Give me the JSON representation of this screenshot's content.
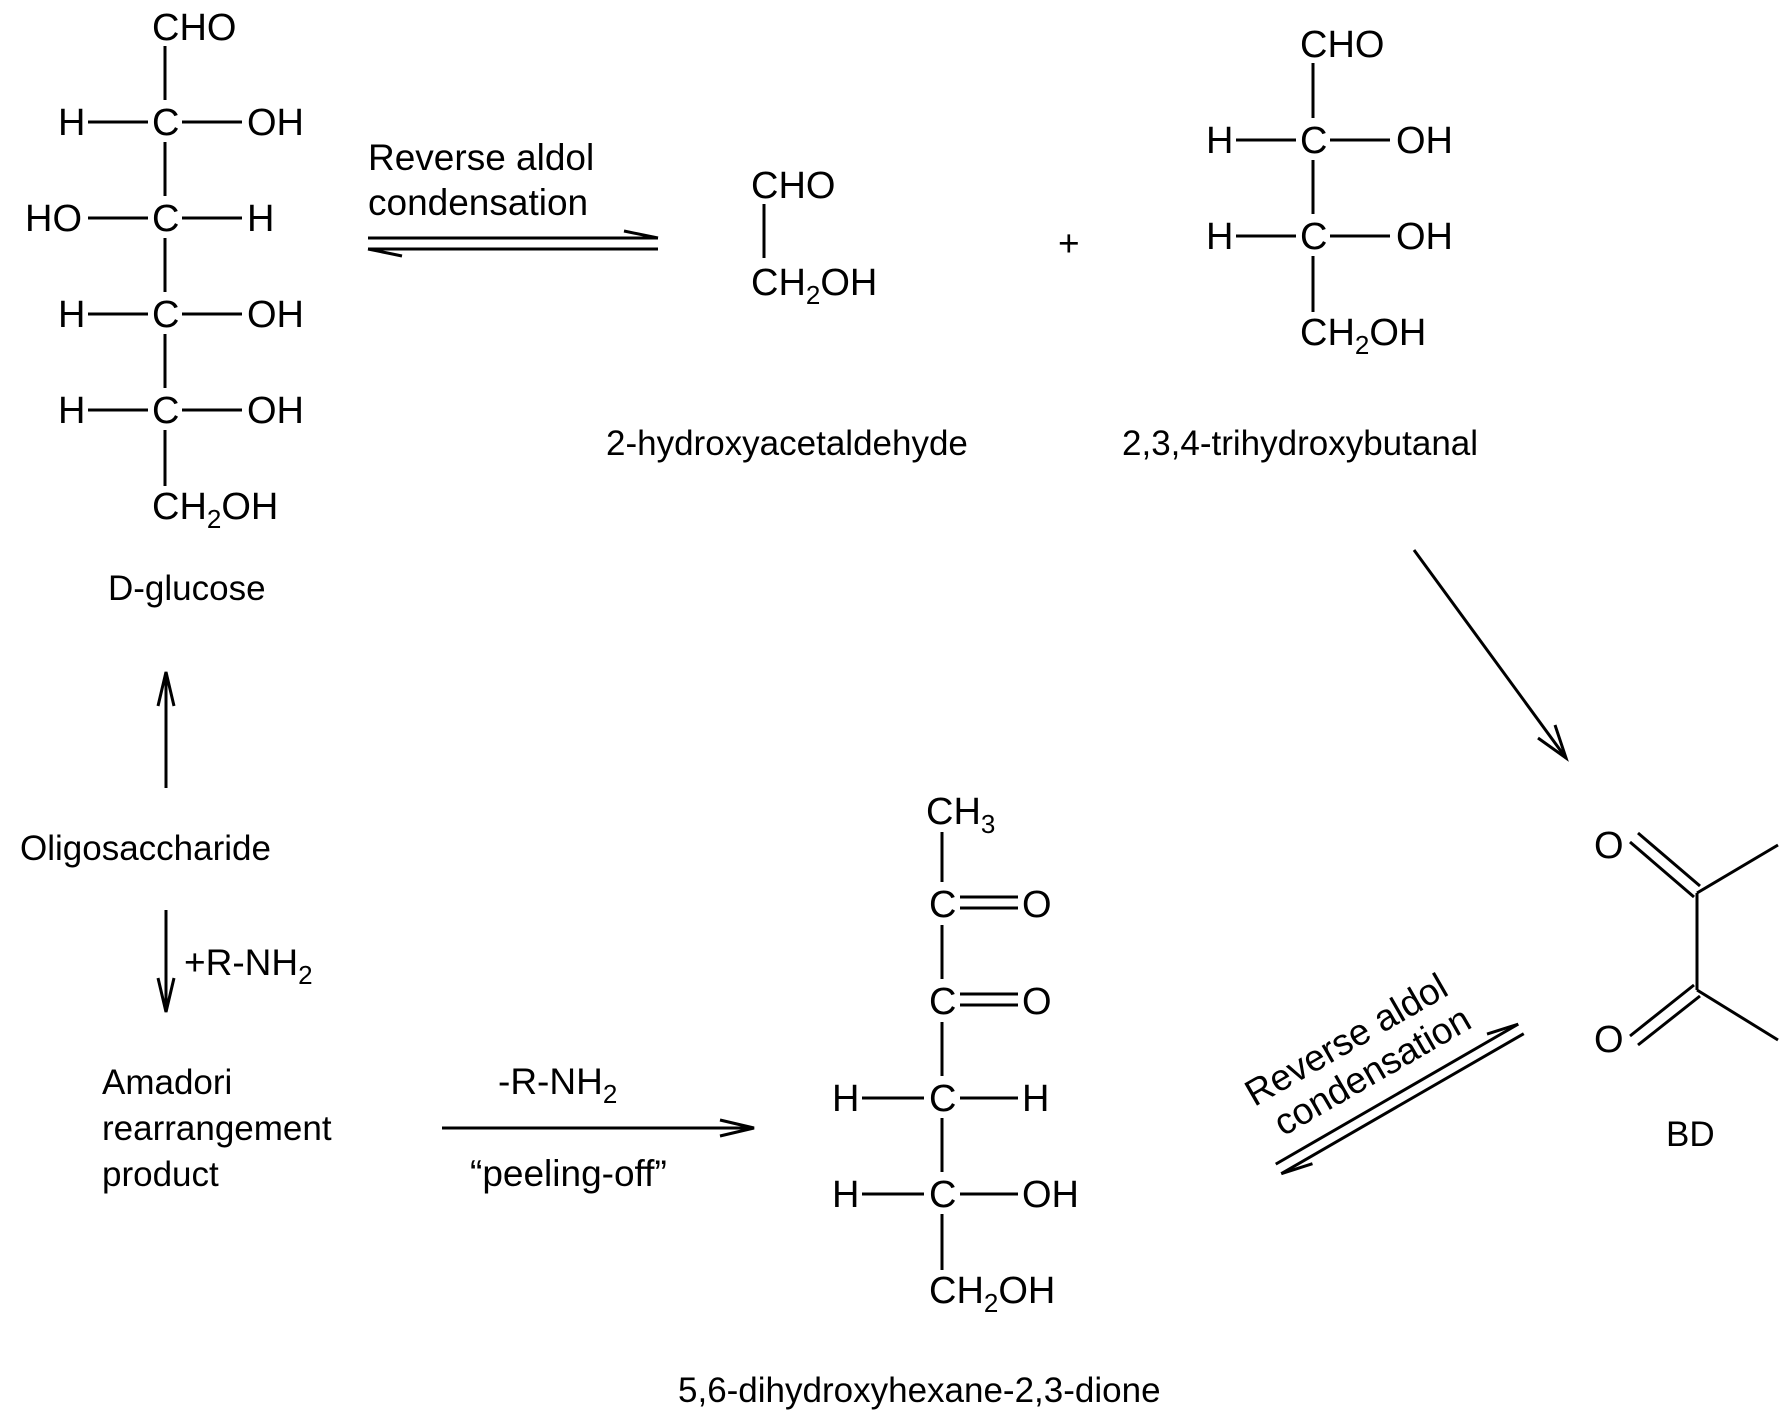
{
  "labels": {
    "glucose": "D-glucose",
    "hydroxyacetaldehyde": "2-hydroxyacetaldehyde",
    "trihydroxybutanal": "2,3,4-trihydroxybutanal",
    "oligosaccharide": "Oligosaccharide",
    "amadori_line1": "Amadori",
    "amadori_line2": "rearrangement",
    "amadori_line3": "product",
    "dione": "5,6-dihydroxyhexane-2,3-dione",
    "bd": "BD"
  },
  "conditions": {
    "reverse_aldol_line1": "Reverse aldol",
    "reverse_aldol_line2": "condensation",
    "plus": "+",
    "add_amine_prefix": "+R-NH",
    "remove_amine_prefix": "-R-NH",
    "amine_subscript": "2",
    "peeling_off": "“peeling-off”"
  },
  "atoms": {
    "cho": "CHO",
    "c": "C",
    "h": "H",
    "oh": "OH",
    "ho": "HO",
    "o": "O",
    "ch2oh_prefix": "CH",
    "ch2oh_sub": "2",
    "ch2oh_suffix": "OH",
    "ch3_prefix": "CH",
    "ch3_sub": "3"
  }
}
